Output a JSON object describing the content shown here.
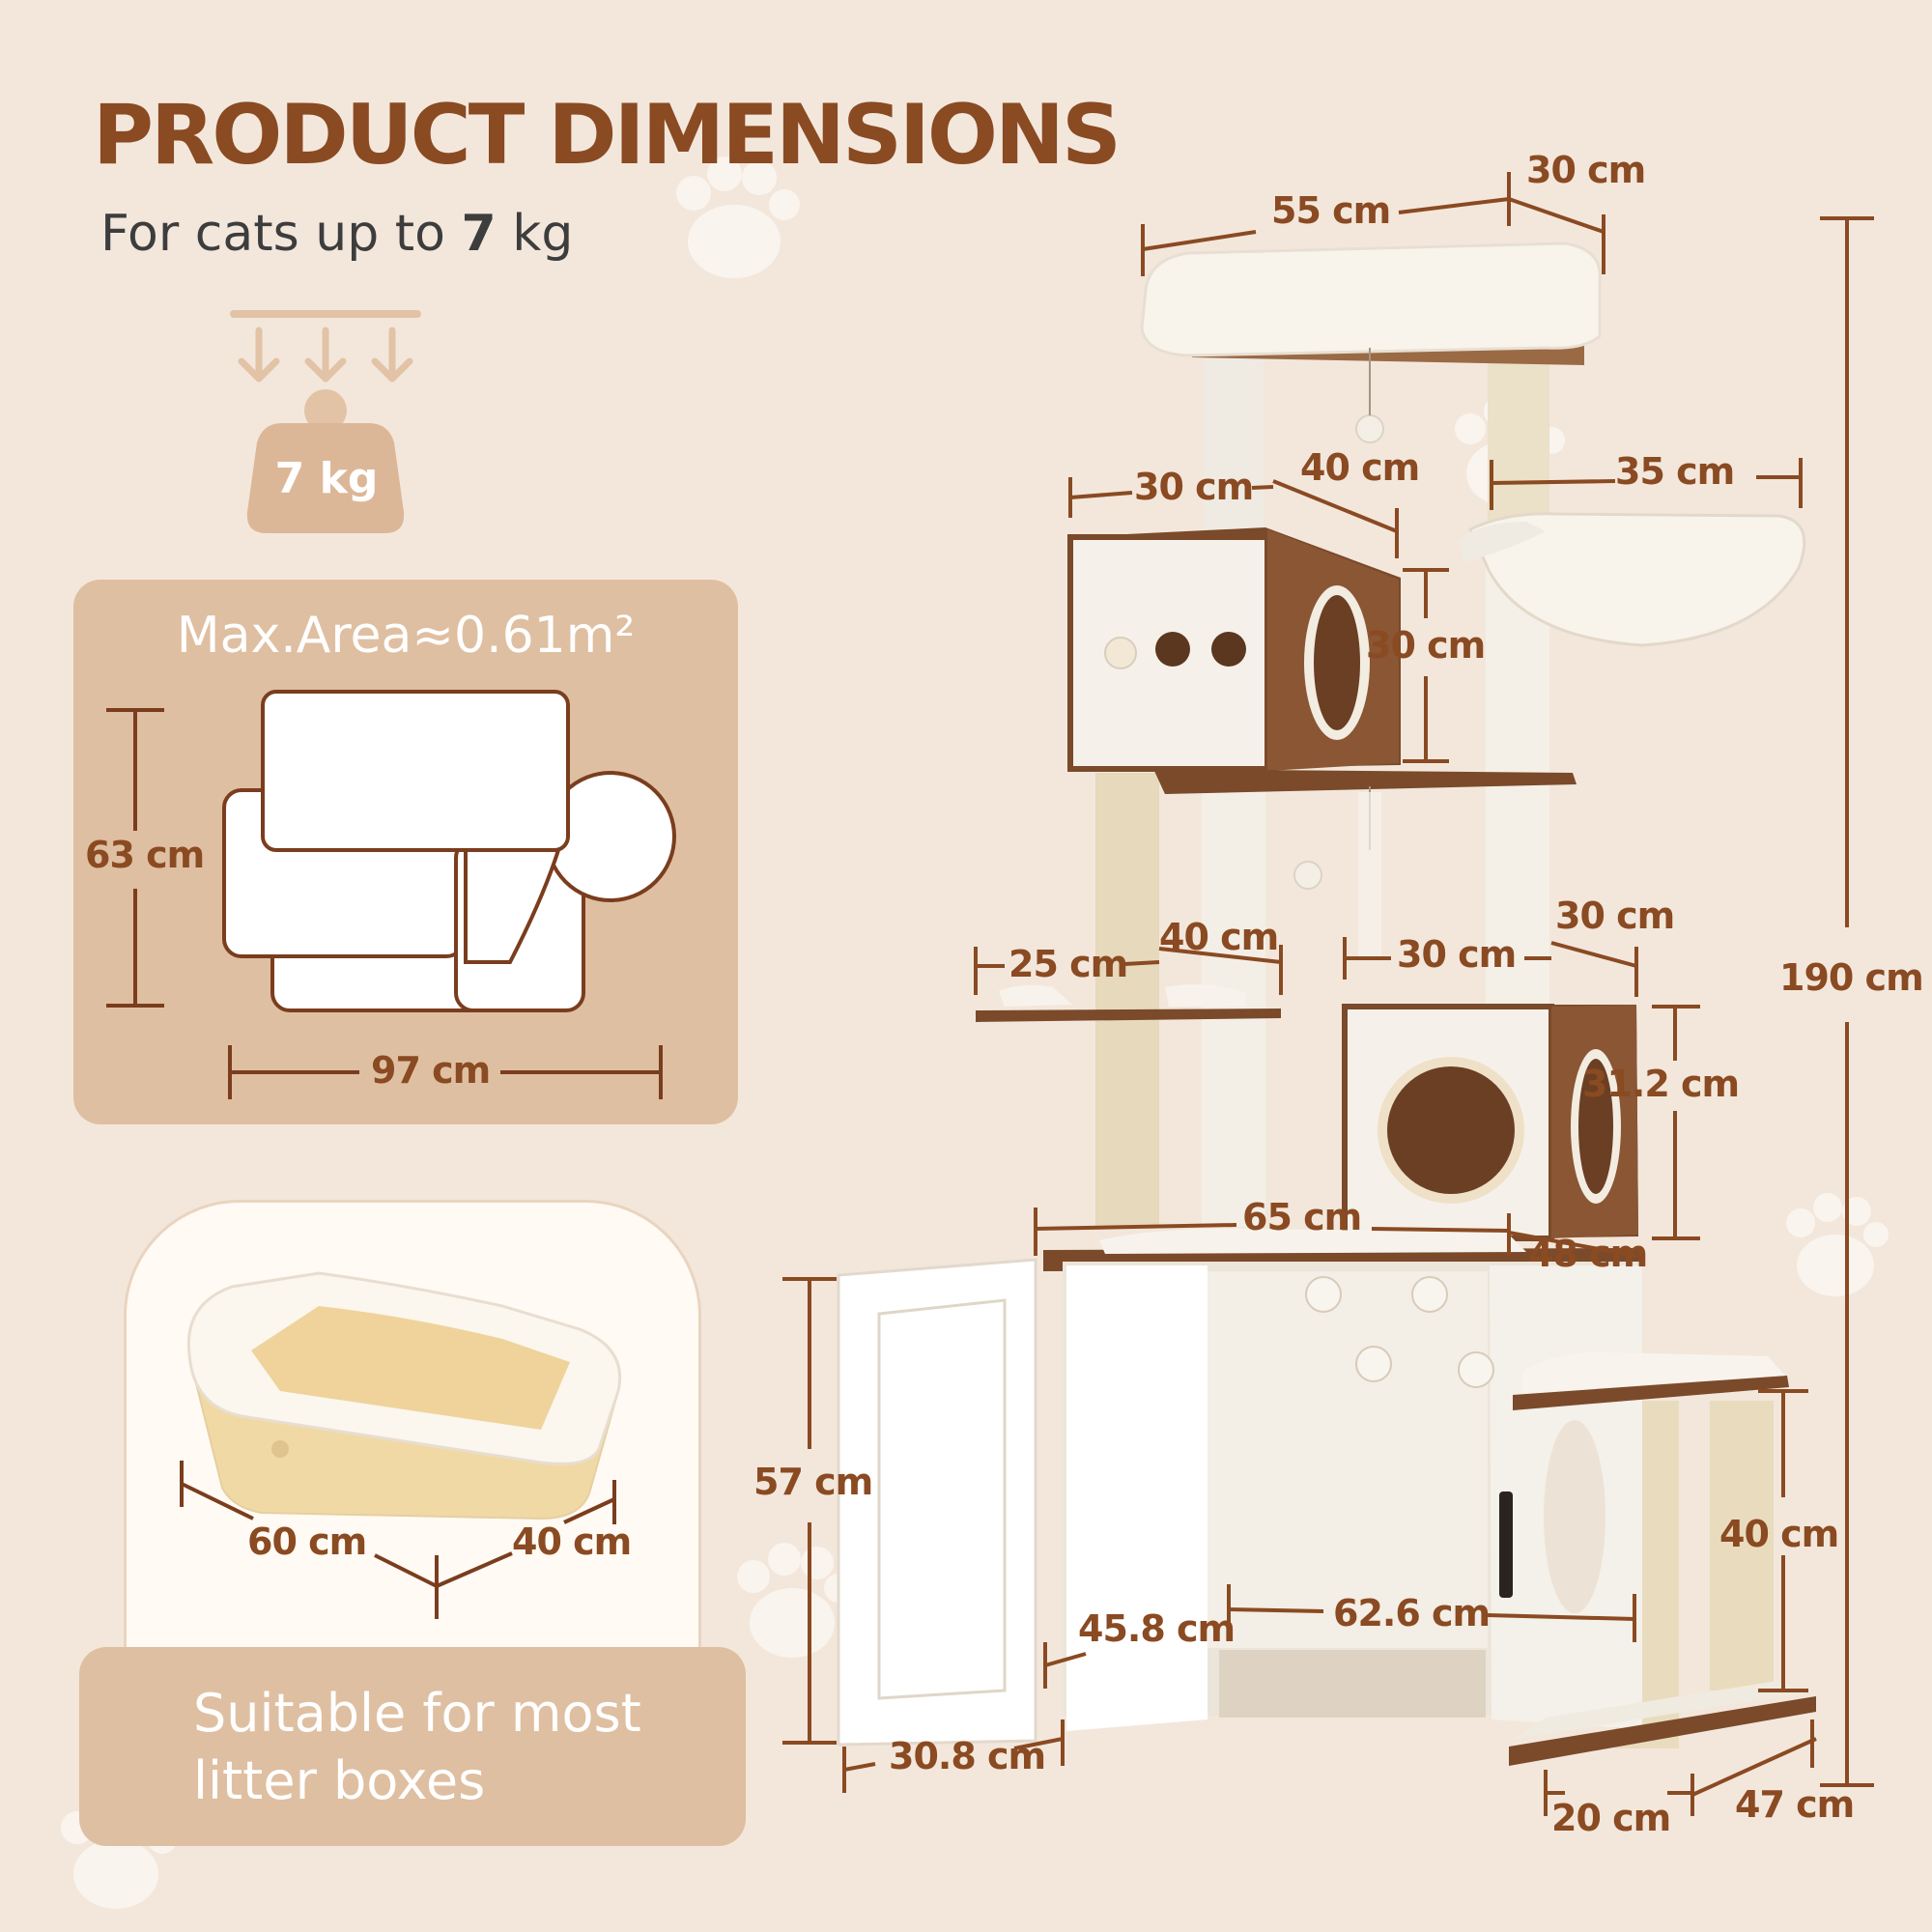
{
  "header": {
    "title": "PRODUCT DIMENSIONS",
    "subtitle_prefix": "For cats up to ",
    "subtitle_weight": "7",
    "subtitle_unit": " kg"
  },
  "weight_icon": {
    "label": "7 kg"
  },
  "area_panel": {
    "title": "Max.Area≈0.61m²",
    "height_label": "63 cm",
    "width_label": "97 cm"
  },
  "litter_box": {
    "length_label": "60 cm",
    "width_label": "40 cm",
    "caption_line1": "Suitable for most",
    "caption_line2": "litter boxes"
  },
  "dimensions": {
    "top_width": "55 cm",
    "top_depth": "30 cm",
    "total_height": "190 cm",
    "upper_condo_width": "30 cm",
    "upper_condo_depth": "40 cm",
    "upper_condo_height": "30 cm",
    "hammock_width": "35 cm",
    "small_platform_width": "25 cm",
    "small_platform_depth": "40 cm",
    "lower_condo_width": "30 cm",
    "lower_condo_depth": "30 cm",
    "lower_condo_height": "31.2 cm",
    "cabinet_top_width": "65 cm",
    "cabinet_top_depth": "48 cm",
    "cabinet_height": "57 cm",
    "inner_depth": "45.8 cm",
    "inner_width": "62.6 cm",
    "door_width": "30.8 cm",
    "step_height": "40 cm",
    "step_width": "20 cm",
    "step_depth": "47 cm"
  },
  "colors": {
    "background": "#f3e7dc",
    "accent_brown": "#8a4a22",
    "panel_tan": "#dfbfa1",
    "wood": "#7a4a2a",
    "plush": "#f7f2ea"
  }
}
